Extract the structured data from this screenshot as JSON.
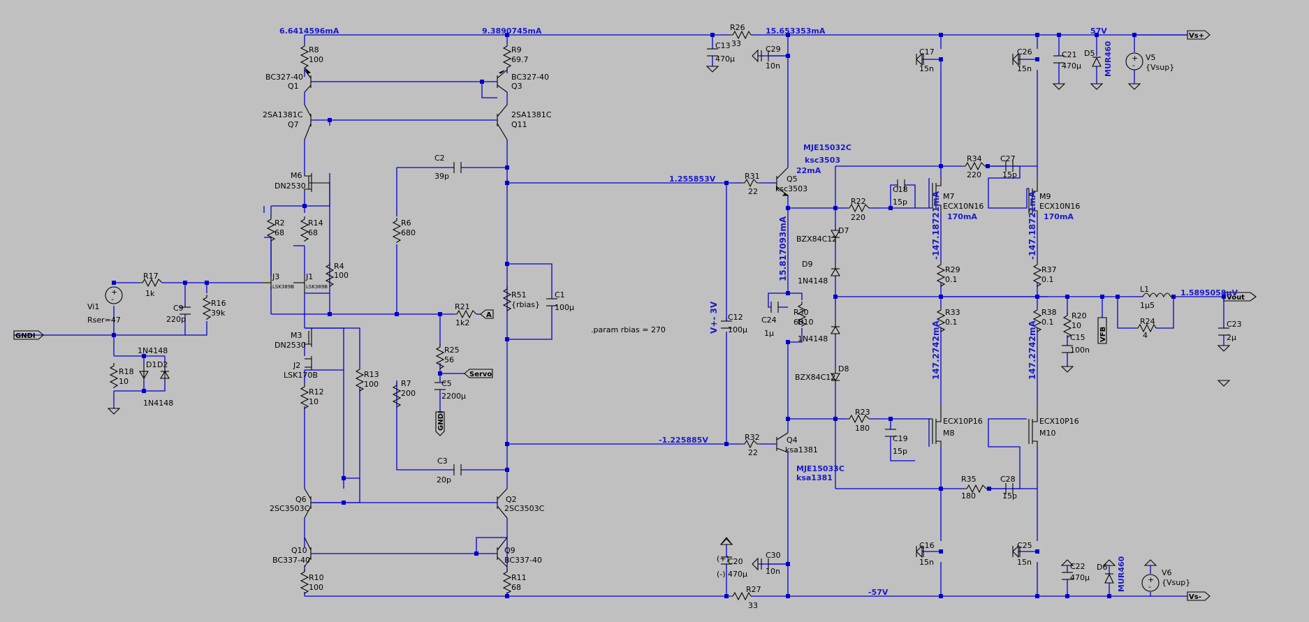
{
  "colors": {
    "background": "#c0c0c0",
    "wire": "#0000d0",
    "component": "#000000",
    "net_label": "#1a1acc"
  },
  "components": {
    "R8": {
      "name": "R8",
      "value": "100"
    },
    "R9": {
      "name": "R9",
      "value": "69.7"
    },
    "Q1": {
      "name": "Q1",
      "model": "BC327-40"
    },
    "Q3": {
      "name": "Q3",
      "model": "BC327-40"
    },
    "Q7": {
      "name": "Q7",
      "model": "2SA1381C"
    },
    "Q11": {
      "name": "Q11",
      "model": "2SA1381C"
    },
    "M6": {
      "name": "M6",
      "model": "DN2530"
    },
    "M3": {
      "name": "M3",
      "model": "DN2530"
    },
    "R2": {
      "name": "R2",
      "value": "68"
    },
    "R14": {
      "name": "R14",
      "value": "68"
    },
    "R4": {
      "name": "R4",
      "value": "100"
    },
    "R6": {
      "name": "R6",
      "value": "680"
    },
    "C2": {
      "name": "C2",
      "value": "39p"
    },
    "J3": {
      "name": "J3",
      "model": "LSK389B"
    },
    "J1": {
      "name": "J1",
      "model": "LSK389B"
    },
    "J2": {
      "name": "J2",
      "model": "LSK170B"
    },
    "R17": {
      "name": "R17",
      "value": "1k"
    },
    "C9": {
      "name": "C9",
      "value": "220p"
    },
    "R16": {
      "name": "R16",
      "value": "39k"
    },
    "Vi1": {
      "name": "Vi1",
      "value": "Rser=47"
    },
    "R18": {
      "name": "R18",
      "value": "10"
    },
    "D1": {
      "name": "D1"
    },
    "D2": {
      "name": "D2"
    },
    "D1D2_model_top": "1N4148",
    "D1D2_model_bot": "1N4148",
    "R12": {
      "name": "R12",
      "value": "10"
    },
    "R13": {
      "name": "R13",
      "value": "100"
    },
    "R7": {
      "name": "R7",
      "value": "200"
    },
    "R21": {
      "name": "R21",
      "value": "1k2"
    },
    "R25": {
      "name": "R25",
      "value": "56"
    },
    "C5": {
      "name": "C5",
      "value": "2200µ"
    },
    "R51": {
      "name": "R51",
      "value": "{rbias}"
    },
    "C1": {
      "name": "C1",
      "value": "100µ"
    },
    "C3": {
      "name": "C3",
      "value": "20p"
    },
    "Q6": {
      "name": "Q6",
      "model": "2SC3503C"
    },
    "Q2": {
      "name": "Q2",
      "model": "2SC3503C"
    },
    "Q10": {
      "name": "Q10",
      "model": "BC337-40"
    },
    "Q9": {
      "name": "Q9",
      "model": "BC337-40"
    },
    "R10": {
      "name": "R10",
      "value": "100"
    },
    "R11": {
      "name": "R11",
      "value": "68"
    },
    "C13": {
      "name": "C13",
      "value": "470µ"
    },
    "R26": {
      "name": "R26",
      "value": "33"
    },
    "C29": {
      "name": "C29",
      "value": "10n"
    },
    "R31": {
      "name": "R31",
      "value": "22"
    },
    "Q5": {
      "name": "Q5",
      "model": "ksc3503"
    },
    "Q5_alt": {
      "model": "MJE15032C",
      "model2": "ksc3503"
    },
    "C12": {
      "name": "C12",
      "value": "100µ"
    },
    "C24": {
      "name": "C24",
      "value": "1µ"
    },
    "R30": {
      "name": "R30",
      "value": "68"
    },
    "R32": {
      "name": "R32",
      "value": "22"
    },
    "Q4": {
      "name": "Q4",
      "model": "ksa1381"
    },
    "Q4_alt": {
      "model": "MJE15033C",
      "model2": "ksa1381"
    },
    "C20": {
      "name": "C20",
      "value": "470µ"
    },
    "C30": {
      "name": "C30",
      "value": "10n"
    },
    "R27": {
      "name": "R27",
      "value": "33"
    },
    "D7": {
      "name": "D7",
      "model": "BZX84C12"
    },
    "D9": {
      "name": "D9",
      "model": "1N4148"
    },
    "D10": {
      "name": "D10",
      "model": "1N4148"
    },
    "D8": {
      "name": "D8",
      "model": "BZX84C12"
    },
    "R22": {
      "name": "R22",
      "value": "220"
    },
    "C18": {
      "name": "C18",
      "value": "15p"
    },
    "M7": {
      "name": "M7",
      "model": "ECX10N16"
    },
    "C17": {
      "name": "C17",
      "value": "15n"
    },
    "R29": {
      "name": "R29",
      "value": "0.1"
    },
    "R33": {
      "name": "R33",
      "value": "0.1"
    },
    "R23": {
      "name": "R23",
      "value": "180"
    },
    "C19": {
      "name": "C19",
      "value": "15p"
    },
    "M8": {
      "name": "M8",
      "model": "ECX10P16"
    },
    "C16": {
      "name": "C16",
      "value": "15n"
    },
    "R34": {
      "name": "R34",
      "value": "220"
    },
    "C27": {
      "name": "C27",
      "value": "15p"
    },
    "M9": {
      "name": "M9",
      "model": "ECX10N16"
    },
    "C26": {
      "name": "C26",
      "value": "15n"
    },
    "C21": {
      "name": "C21",
      "value": "470µ"
    },
    "D5": {
      "name": "D5",
      "model": "MUR460"
    },
    "V5": {
      "name": "V5",
      "value": "{Vsup}"
    },
    "R37": {
      "name": "R37",
      "value": "0.1"
    },
    "R38": {
      "name": "R38",
      "value": "0.1"
    },
    "R35": {
      "name": "R35",
      "value": "180"
    },
    "C28": {
      "name": "C28",
      "value": "15p"
    },
    "M10": {
      "name": "M10",
      "model": "ECX10P16"
    },
    "C25": {
      "name": "C25",
      "value": "15n"
    },
    "C22": {
      "name": "C22",
      "value": "470µ"
    },
    "D6": {
      "name": "D6",
      "model": "MUR460"
    },
    "V6": {
      "name": "V6",
      "value": "{Vsup}"
    },
    "R20": {
      "name": "R20",
      "value": "10"
    },
    "C15": {
      "name": "C15",
      "value": "100n"
    },
    "L1": {
      "name": "L1",
      "value": "1µ5"
    },
    "R24": {
      "name": "R24",
      "value": "4"
    },
    "C23": {
      "name": "C23",
      "value": "2µ"
    }
  },
  "net_labels": {
    "i_r8": "6.6414596mA",
    "i_r9": "9.3890745mA",
    "i_r26": "15.653353mA",
    "v_pos": "57V",
    "v_neg": "-57V",
    "v_q5b": "1.255853V",
    "v_q4b": "-1.225885V",
    "i_q5": "22mA",
    "i_m7": "170mA",
    "i_m9": "170mA",
    "i_m7_vert": "-147.18721mA",
    "i_m9_vert": "-147.18721mA",
    "i_m8_vert": "147.2742mA",
    "i_m10_vert": "147.2742mA",
    "i_vbias": "15.817093mA",
    "v_vbias": "V+- 3V",
    "v_out": "1.5895058µV"
  },
  "flags": {
    "vs_plus": "Vs+",
    "vs_minus": "Vs-",
    "vout": "Vout",
    "gndi_left": "GNDI",
    "gndi_c5": "GNDI",
    "servo": "Servo",
    "a": "A",
    "vfb": "VFB"
  },
  "directive": ".param rbias = 270",
  "cap_polarity": {
    "plus": "(+)",
    "minus": "(-)"
  }
}
